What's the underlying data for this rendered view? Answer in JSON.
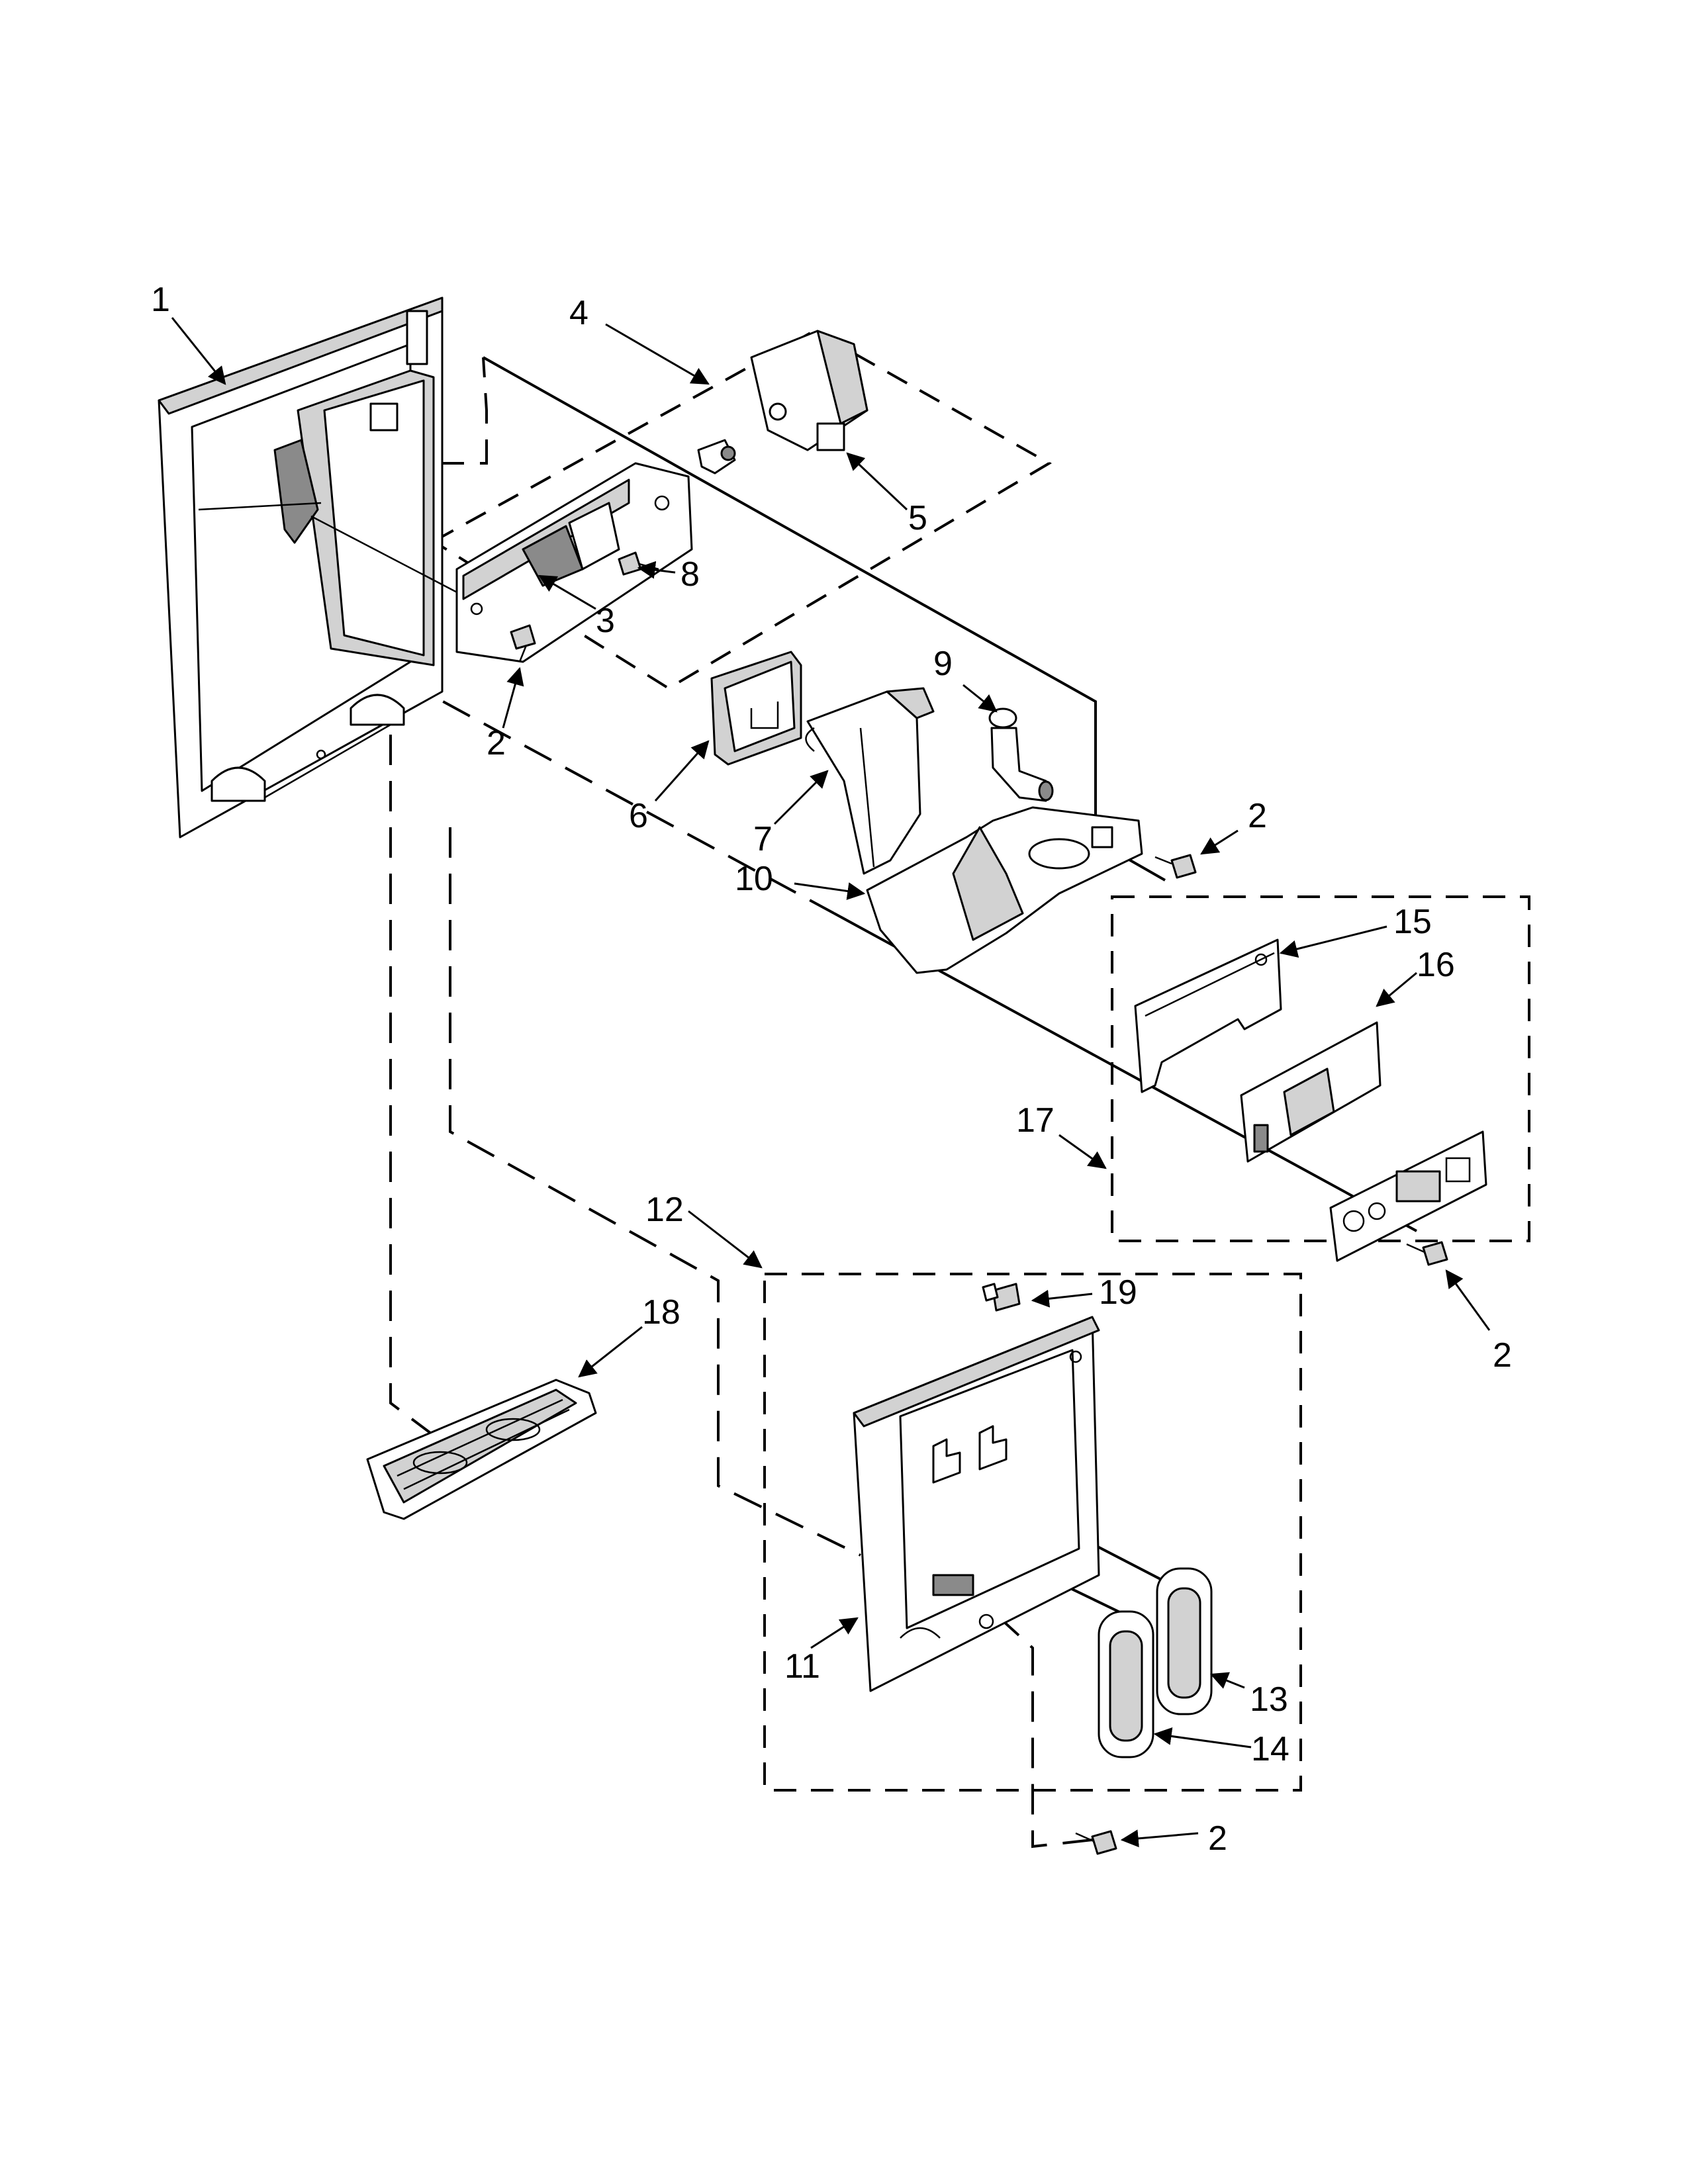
{
  "diagram": {
    "callouts": [
      "1",
      "2",
      "3",
      "4",
      "5",
      "6",
      "7",
      "8",
      "9",
      "10",
      "11",
      "12",
      "13",
      "14",
      "15",
      "16",
      "17",
      "18",
      "19"
    ],
    "screw_callout": "2"
  }
}
